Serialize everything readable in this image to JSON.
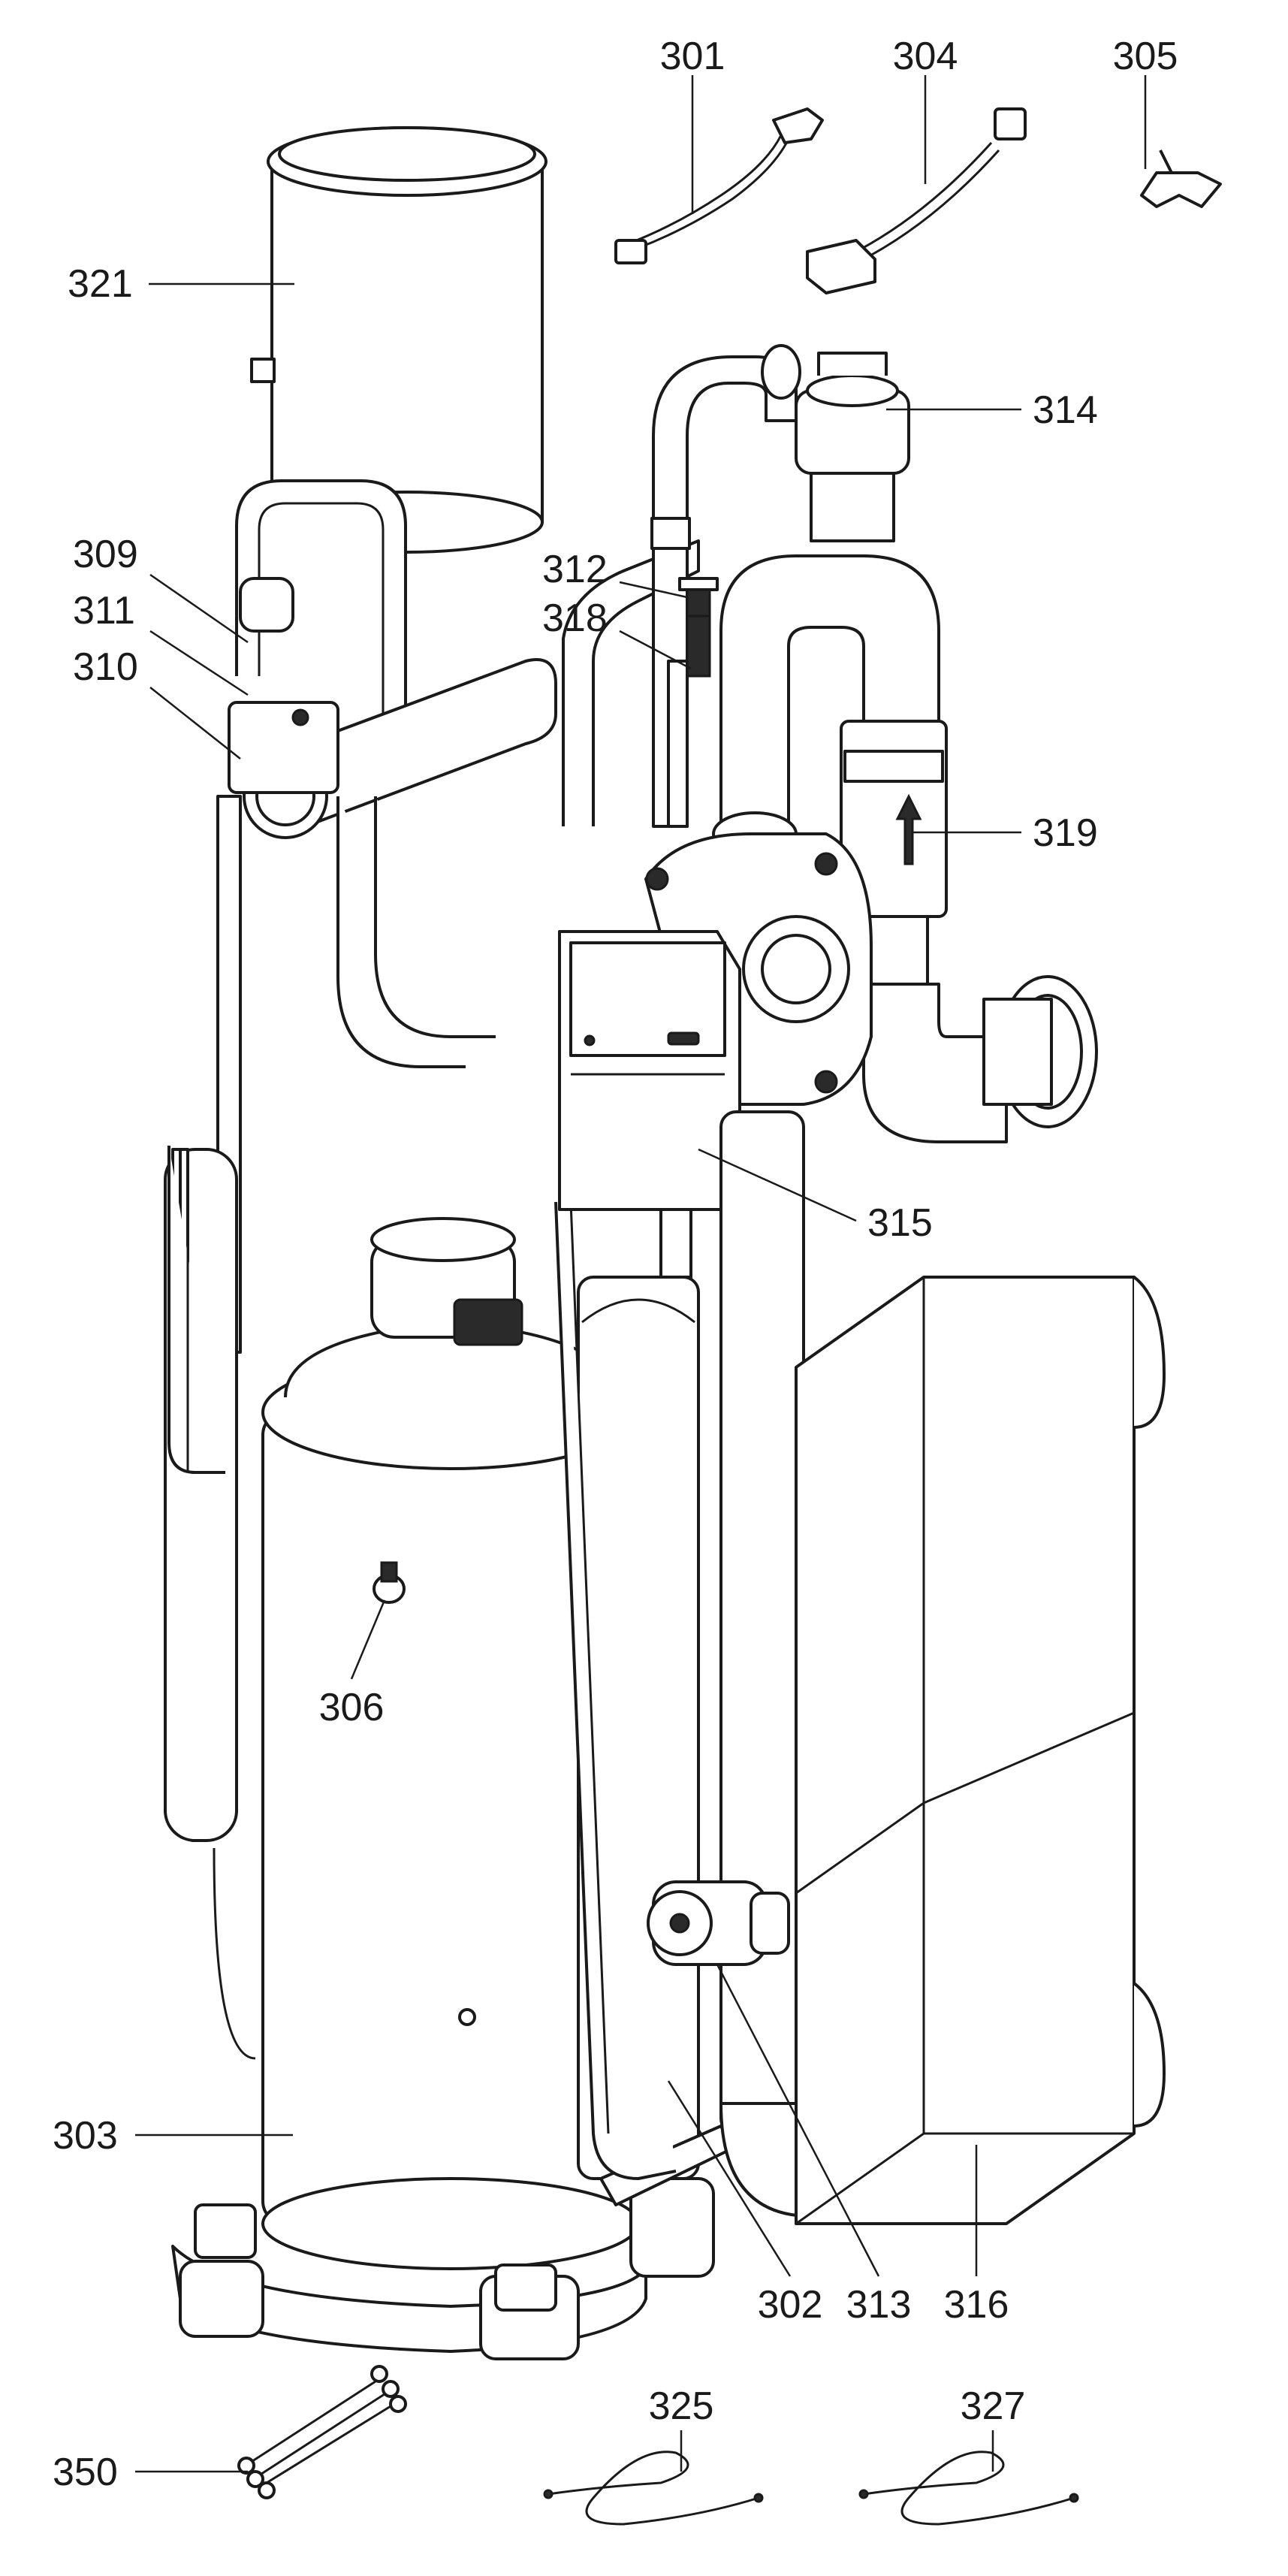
{
  "callouts": {
    "c301": "301",
    "c302": "302",
    "c303": "303",
    "c304": "304",
    "c305": "305",
    "c306": "306",
    "c309": "309",
    "c310": "310",
    "c311": "311",
    "c312": "312",
    "c313": "313",
    "c314": "314",
    "c315": "315",
    "c316": "316",
    "c318": "318",
    "c319": "319",
    "c321": "321",
    "c325": "325",
    "c327": "327",
    "c350": "350"
  }
}
